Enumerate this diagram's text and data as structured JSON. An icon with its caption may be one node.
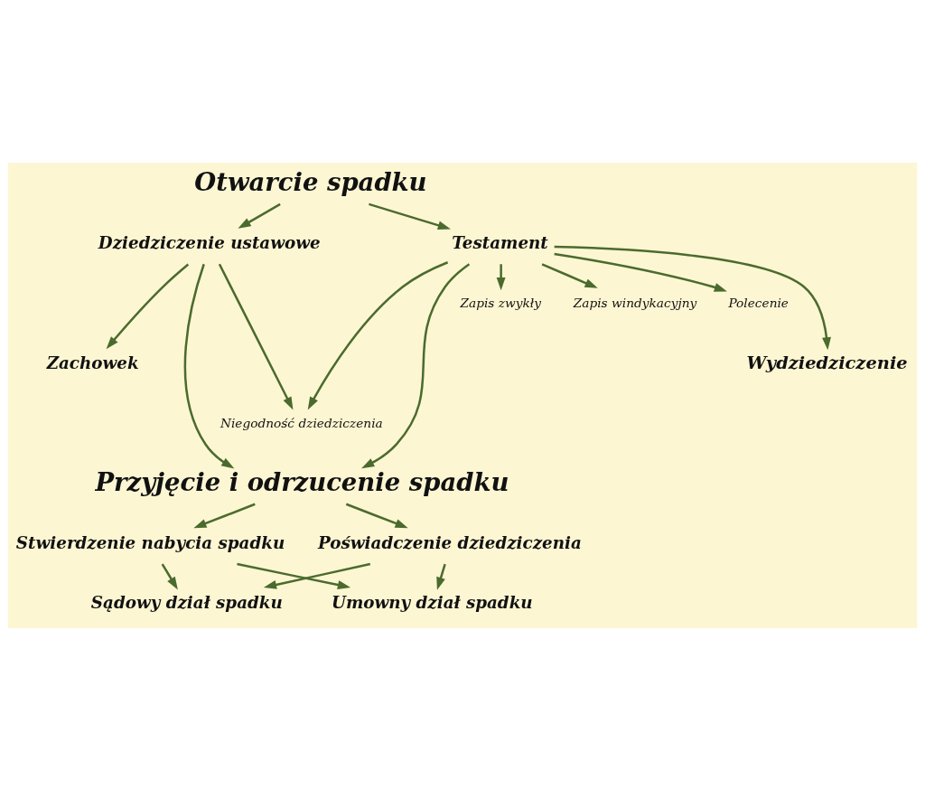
{
  "diagram": {
    "nodes": [
      {
        "text": [
          "Otwarcie spadku"
        ]
      },
      {
        "text": [
          "Dziedziczenie ustawowe"
        ]
      },
      {
        "text": [
          "Testament"
        ]
      },
      {
        "text": [
          "Zapis zwykły"
        ]
      },
      {
        "text": [
          "Zapis windykacyjny"
        ]
      },
      {
        "text": [
          "Polecenie"
        ]
      },
      {
        "text": [
          "Zachowek"
        ]
      },
      {
        "text": [
          "Wydziedziczenie"
        ]
      },
      {
        "text": [
          "Niegodność dziedziczenia"
        ]
      },
      {
        "text": [
          "Przyjęcie i odrzucenie spadku"
        ]
      },
      {
        "text": [
          "Stwierdzenie nabycia spadku"
        ]
      },
      {
        "text": [
          "Poświadczenie dziedziczenia"
        ]
      },
      {
        "text": [
          "Sądowy dział spadku"
        ]
      },
      {
        "text": [
          "Umowny dział spadku"
        ]
      }
    ],
    "edges": [
      {
        "from": 0,
        "to": 1,
        "arrow": "to"
      },
      {
        "from": 0,
        "to": 2,
        "arrow": "to"
      },
      {
        "from": 2,
        "to": 3,
        "arrow": "to"
      },
      {
        "from": 2,
        "to": 4,
        "arrow": "to"
      },
      {
        "from": 2,
        "to": 5,
        "arrow": "to"
      },
      {
        "from": 2,
        "to": 7,
        "arrow": "to"
      },
      {
        "from": 2,
        "to": 8,
        "arrow": "to"
      },
      {
        "from": 2,
        "to": 9,
        "arrow": "to"
      },
      {
        "from": 1,
        "to": 6,
        "arrow": "to"
      },
      {
        "from": 1,
        "to": 8,
        "arrow": "to"
      },
      {
        "from": 1,
        "to": 9,
        "arrow": "to"
      },
      {
        "from": 9,
        "to": 10,
        "arrow": "to"
      },
      {
        "from": 9,
        "to": 11,
        "arrow": "to"
      },
      {
        "from": 10,
        "to": 12,
        "arrow": "to"
      },
      {
        "from": 10,
        "to": 13,
        "arrow": "to"
      },
      {
        "from": 11,
        "to": 12,
        "arrow": "to"
      },
      {
        "from": 11,
        "to": 13,
        "arrow": "to"
      }
    ]
  }
}
